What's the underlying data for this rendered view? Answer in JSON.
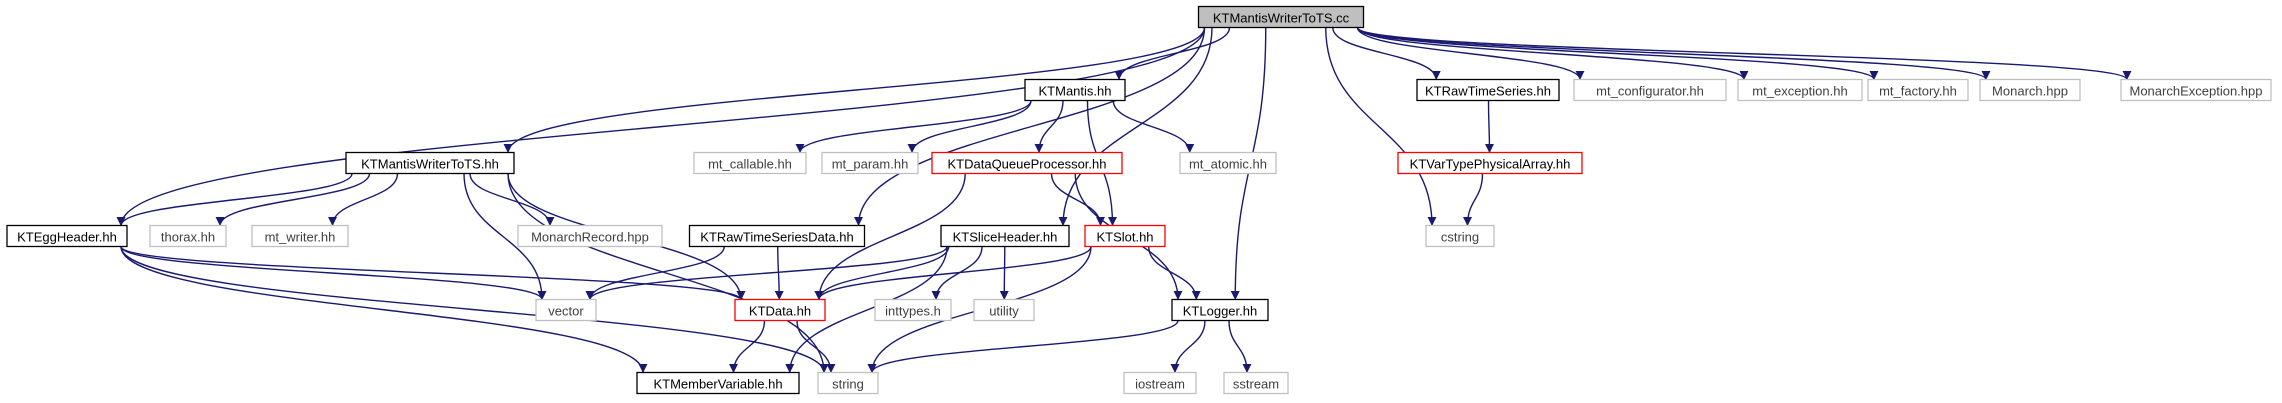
{
  "diagram": {
    "edge_color": "#191970",
    "style_colors": {
      "root": {
        "fill": "#bfbfbf",
        "stroke": "#000000",
        "text": "#000000"
      },
      "doc": {
        "fill": "#ffffff",
        "stroke": "#000000",
        "text": "#000000"
      },
      "trunc": {
        "fill": "#ffffff",
        "stroke": "#ff0000",
        "text": "#000000"
      },
      "ext": {
        "fill": "#ffffff",
        "stroke": "#bfbfbf",
        "text": "#404040"
      }
    },
    "nodes": [
      {
        "id": "root",
        "label": "KTMantisWriterToTS.cc",
        "style": "root"
      },
      {
        "id": "mantis",
        "label": "KTMantis.hh",
        "style": "doc"
      },
      {
        "id": "rawts",
        "label": "KTRawTimeSeries.hh",
        "style": "doc"
      },
      {
        "id": "mtconf",
        "label": "mt_configurator.hh",
        "style": "ext"
      },
      {
        "id": "mtexc",
        "label": "mt_exception.hh",
        "style": "ext"
      },
      {
        "id": "mtfac",
        "label": "mt_factory.hh",
        "style": "ext"
      },
      {
        "id": "monarch",
        "label": "Monarch.hpp",
        "style": "ext"
      },
      {
        "id": "monexc",
        "label": "MonarchException.hpp",
        "style": "ext"
      },
      {
        "id": "writerhh",
        "label": "KTMantisWriterToTS.hh",
        "style": "doc"
      },
      {
        "id": "mtcall",
        "label": "mt_callable.hh",
        "style": "ext"
      },
      {
        "id": "mtparam",
        "label": "mt_param.hh",
        "style": "ext"
      },
      {
        "id": "dqp",
        "label": "KTDataQueueProcessor.hh",
        "style": "trunc"
      },
      {
        "id": "mtatomic",
        "label": "mt_atomic.hh",
        "style": "ext"
      },
      {
        "id": "vtpa",
        "label": "KTVarTypePhysicalArray.hh",
        "style": "trunc"
      },
      {
        "id": "egg",
        "label": "KTEggHeader.hh",
        "style": "doc"
      },
      {
        "id": "thorax",
        "label": "thorax.hh",
        "style": "ext"
      },
      {
        "id": "mtwriter",
        "label": "mt_writer.hh",
        "style": "ext"
      },
      {
        "id": "monrec",
        "label": "MonarchRecord.hpp",
        "style": "ext"
      },
      {
        "id": "rawtsdata",
        "label": "KTRawTimeSeriesData.hh",
        "style": "doc"
      },
      {
        "id": "sliceh",
        "label": "KTSliceHeader.hh",
        "style": "doc"
      },
      {
        "id": "slot",
        "label": "KTSlot.hh",
        "style": "trunc"
      },
      {
        "id": "cstring",
        "label": "cstring",
        "style": "ext"
      },
      {
        "id": "vector",
        "label": "vector",
        "style": "ext"
      },
      {
        "id": "ktdata",
        "label": "KTData.hh",
        "style": "trunc"
      },
      {
        "id": "inttypes",
        "label": "inttypes.h",
        "style": "ext"
      },
      {
        "id": "utility",
        "label": "utility",
        "style": "ext"
      },
      {
        "id": "logger",
        "label": "KTLogger.hh",
        "style": "doc"
      },
      {
        "id": "membervar",
        "label": "KTMemberVariable.hh",
        "style": "doc"
      },
      {
        "id": "string",
        "label": "string",
        "style": "ext"
      },
      {
        "id": "iostream",
        "label": "iostream",
        "style": "ext"
      },
      {
        "id": "sstream",
        "label": "sstream",
        "style": "ext"
      }
    ],
    "edges": [
      [
        "root",
        "mantis"
      ],
      [
        "root",
        "rawts"
      ],
      [
        "root",
        "mtconf"
      ],
      [
        "root",
        "mtexc"
      ],
      [
        "root",
        "mtfac"
      ],
      [
        "root",
        "monarch"
      ],
      [
        "root",
        "monexc"
      ],
      [
        "root",
        "writerhh"
      ],
      [
        "root",
        "egg"
      ],
      [
        "root",
        "rawtsdata"
      ],
      [
        "root",
        "sliceh"
      ],
      [
        "root",
        "logger"
      ],
      [
        "root",
        "cstring"
      ],
      [
        "mantis",
        "mtcall"
      ],
      [
        "mantis",
        "mtparam"
      ],
      [
        "mantis",
        "dqp"
      ],
      [
        "mantis",
        "mtatomic"
      ],
      [
        "mantis",
        "slot"
      ],
      [
        "rawts",
        "vtpa"
      ],
      [
        "vtpa",
        "cstring"
      ],
      [
        "writerhh",
        "egg"
      ],
      [
        "writerhh",
        "thorax"
      ],
      [
        "writerhh",
        "mtwriter"
      ],
      [
        "writerhh",
        "monrec"
      ],
      [
        "writerhh",
        "vector"
      ],
      [
        "writerhh",
        "ktdata"
      ],
      [
        "writerhh",
        "string"
      ],
      [
        "dqp",
        "ktdata"
      ],
      [
        "dqp",
        "slot"
      ],
      [
        "dqp",
        "logger"
      ],
      [
        "egg",
        "vector"
      ],
      [
        "egg",
        "ktdata"
      ],
      [
        "egg",
        "membervar"
      ],
      [
        "egg",
        "string"
      ],
      [
        "rawtsdata",
        "vector"
      ],
      [
        "rawtsdata",
        "ktdata"
      ],
      [
        "sliceh",
        "vector"
      ],
      [
        "sliceh",
        "ktdata"
      ],
      [
        "sliceh",
        "inttypes"
      ],
      [
        "sliceh",
        "utility"
      ],
      [
        "sliceh",
        "membervar"
      ],
      [
        "slot",
        "ktdata"
      ],
      [
        "slot",
        "logger"
      ],
      [
        "slot",
        "string"
      ],
      [
        "ktdata",
        "membervar"
      ],
      [
        "ktdata",
        "string"
      ],
      [
        "logger",
        "string"
      ],
      [
        "logger",
        "iostream"
      ],
      [
        "logger",
        "sstream"
      ]
    ]
  }
}
